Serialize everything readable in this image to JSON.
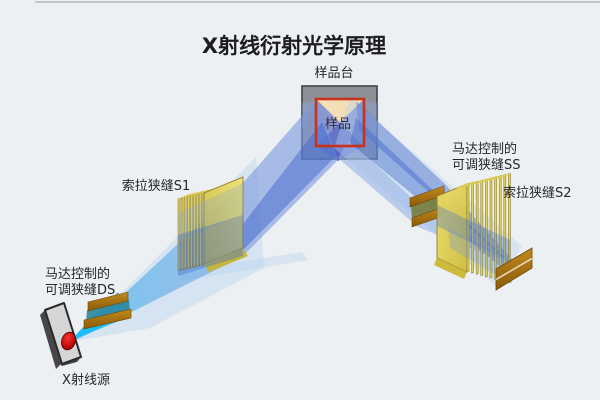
{
  "title": "X射线衍射光学原理",
  "diagram": {
    "sample_stage_label": "样品台",
    "sample_label": "样品",
    "soller_slit_s1_label": "索拉狭缝S1",
    "motor_slit_ds_label_line1": "马达控制的",
    "motor_slit_ds_label_line2": "可调狭缝DS",
    "motor_slit_ss_label_line1": "马达控制的",
    "motor_slit_ss_label_line2": "可调狭缝SS",
    "soller_slit_s2_label": "索拉狭缝S2",
    "xray_source_label": "X射线源"
  },
  "colors": {
    "background": "#ecf0f3",
    "beam_pale": "#b7d3ef",
    "beam_medium": "#7b97de",
    "beam_bright_cyan": "#2ab2ee",
    "beam_dark": "#3f68cc",
    "soller_yellow": "#e4d248",
    "slit_brown": "#a86f10",
    "stage_gray": "#8e9097",
    "sample_cream": "#f2dfb8",
    "sample_border_red": "#c93118",
    "source_spot_red": "#c20b0b"
  }
}
